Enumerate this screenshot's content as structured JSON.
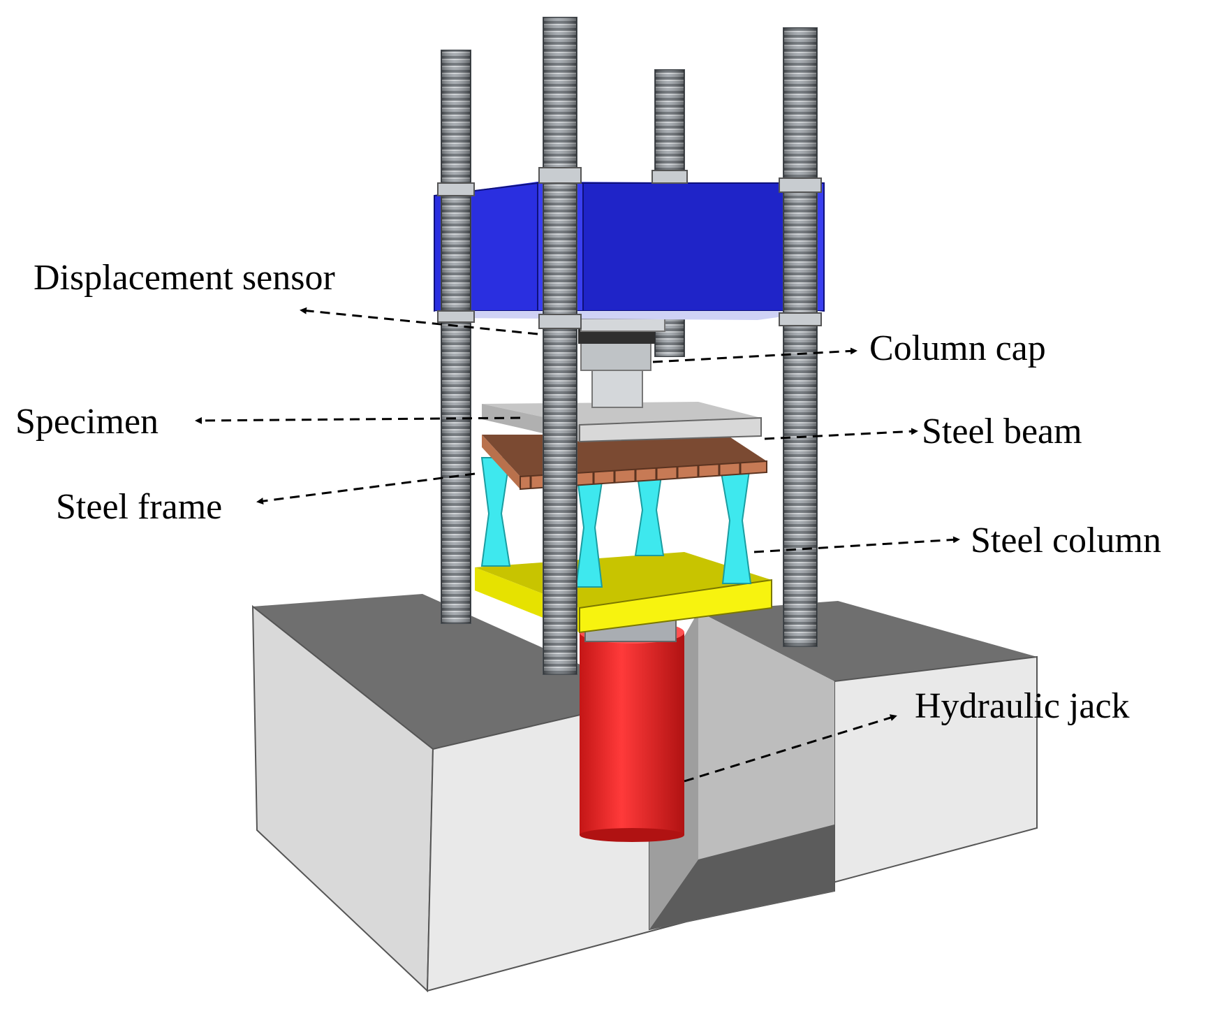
{
  "labels": {
    "displacement_sensor": "Displacement sensor",
    "column_cap": "Column cap",
    "specimen": "Specimen",
    "steel_beam": "Steel beam",
    "steel_frame": "Steel frame",
    "steel_column": "Steel column",
    "hydraulic_jack": "Hydraulic jack"
  },
  "colors": {
    "reaction_beam": "#2a2fe0",
    "jack": "#f22a2a",
    "base_plate": "#f2ee12",
    "steel_column": "#3ee8ee",
    "steel_frame": "#c77a55",
    "rod": "#8a9096",
    "concrete": "#e7e7e7"
  }
}
